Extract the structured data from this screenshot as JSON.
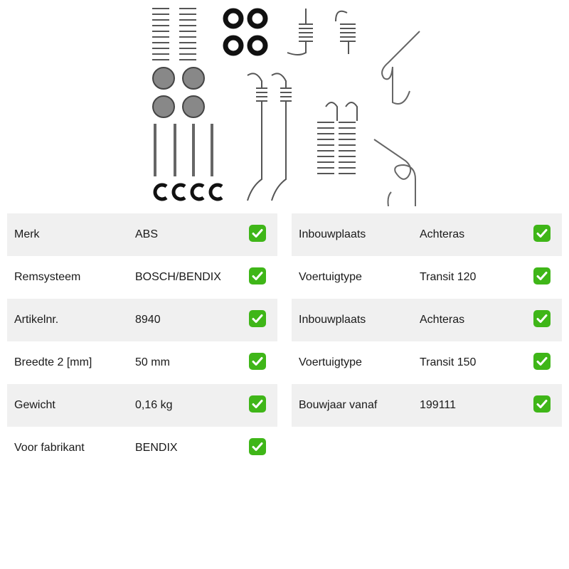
{
  "product": {
    "image_icon": "brake-shoe-fitting-kit-illustration"
  },
  "specs_left": [
    {
      "label": "Merk",
      "value": "ABS",
      "icon": "check-icon"
    },
    {
      "label": "Remsysteem",
      "value": "BOSCH/BENDIX",
      "icon": "check-icon"
    },
    {
      "label": "Artikelnr.",
      "value": "8940",
      "icon": "check-icon"
    },
    {
      "label": "Breedte 2 [mm]",
      "value": "50 mm",
      "icon": "check-icon"
    },
    {
      "label": "Gewicht",
      "value": "0,16 kg",
      "icon": "check-icon"
    },
    {
      "label": "Voor fabrikant",
      "value": "BENDIX",
      "icon": "check-icon"
    }
  ],
  "specs_right": [
    {
      "label": "Inbouwplaats",
      "value": "Achteras",
      "icon": "check-icon"
    },
    {
      "label": "Voertuigtype",
      "value": "Transit 120",
      "icon": "check-icon"
    },
    {
      "label": "Inbouwplaats",
      "value": "Achteras",
      "icon": "check-icon"
    },
    {
      "label": "Voertuigtype",
      "value": "Transit 150",
      "icon": "check-icon"
    },
    {
      "label": "Bouwjaar vanaf",
      "value": "199111",
      "icon": "check-icon"
    }
  ],
  "colors": {
    "row_shade": "#f0f0f0",
    "check_green": "#3fb618"
  }
}
